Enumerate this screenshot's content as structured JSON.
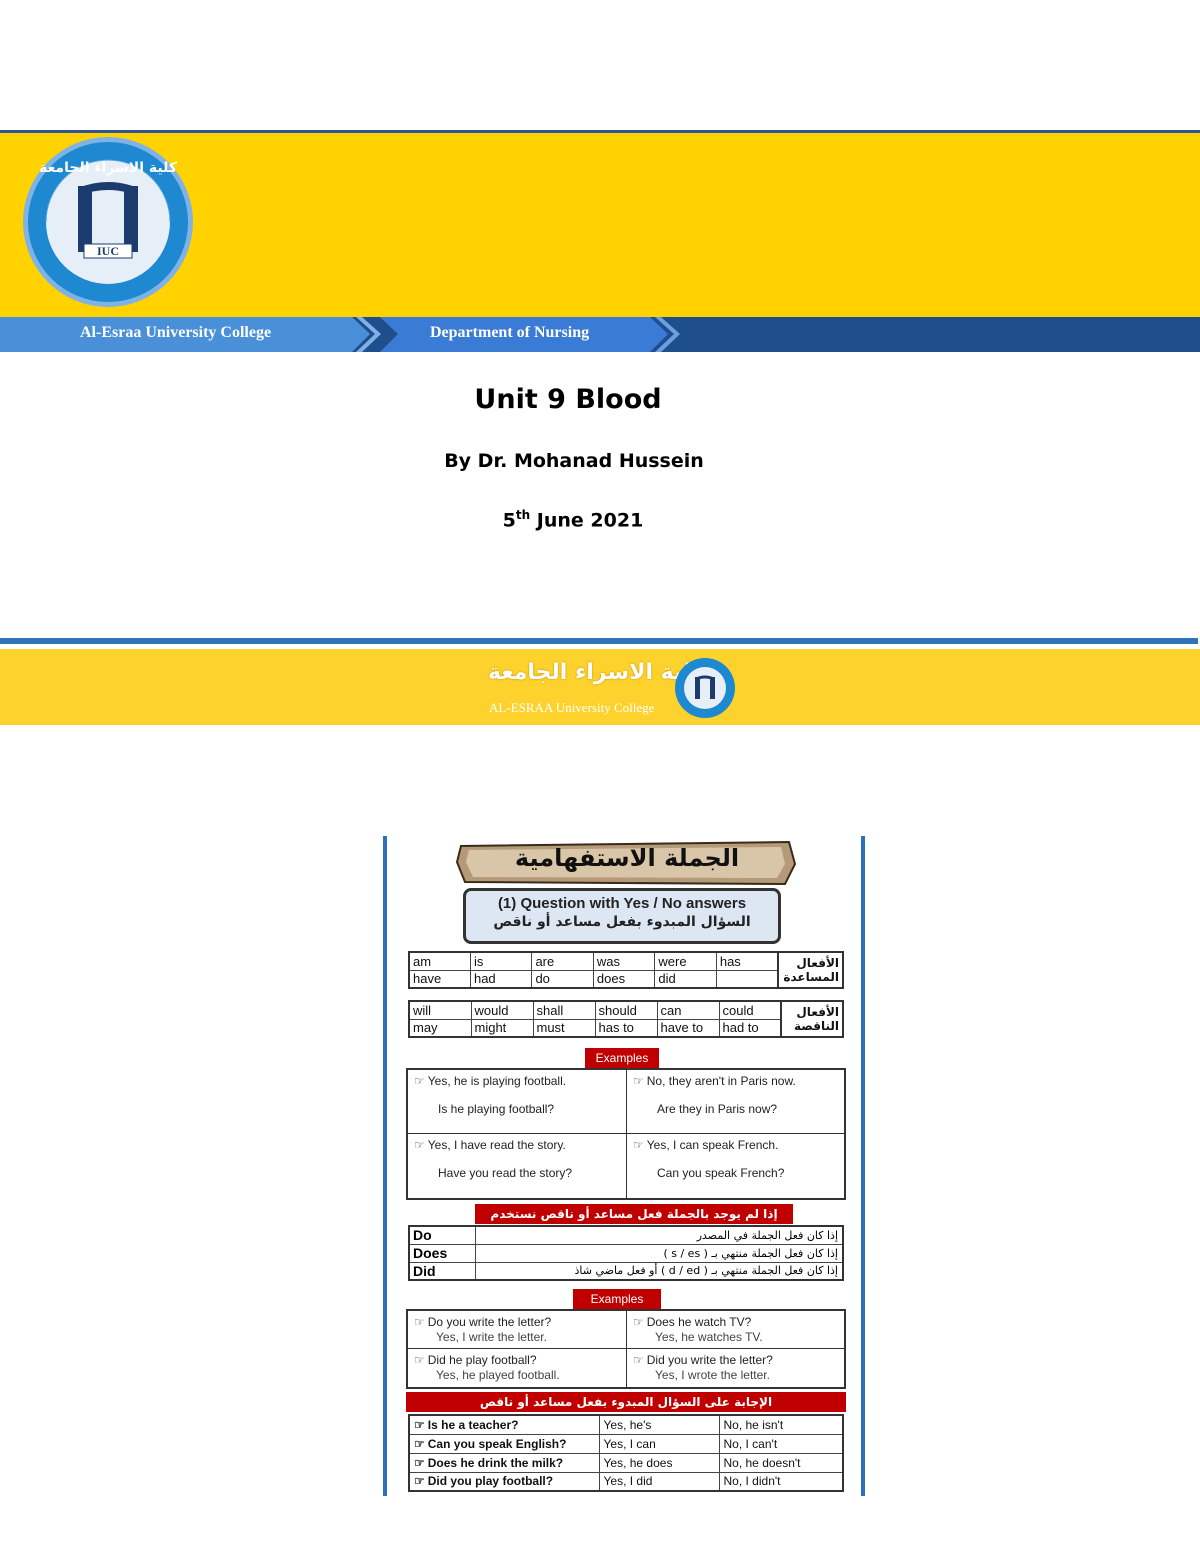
{
  "header": {
    "college_name": "Al-Esraa University College",
    "department": "Department of  Nursing",
    "logo_text": "IUC",
    "logo_ring_text": "كلية الاسراء الجامعة"
  },
  "title": {
    "unit": "Unit 9 Blood",
    "author": "By Dr. Mohanad Hussein",
    "date_day": "5",
    "date_suffix": "th",
    "date_rest": " June 2021"
  },
  "footer": {
    "arabic_name": "كلية الاسراء الجامعة",
    "english_name": "AL-ESRAA University College"
  },
  "worksheet": {
    "banner": "الجملة الاستفهامية",
    "question_en": "(1) Question with Yes / No answers",
    "question_ar": "السؤال المبدوء بفعل مساعد أو ناقص",
    "aux_label": "الأفعال المساعدة",
    "modal_label": "الأفعال الناقصة",
    "aux_rows": [
      [
        "am",
        "is",
        "are",
        "was",
        "were",
        "has"
      ],
      [
        "have",
        "had",
        "do",
        "does",
        "did",
        ""
      ]
    ],
    "modal_rows": [
      [
        "will",
        "would",
        "shall",
        "should",
        "can",
        "could"
      ],
      [
        "may",
        "might",
        "must",
        "has to",
        "have to",
        "had to"
      ]
    ],
    "examples_label": "Examples",
    "examples": [
      {
        "answer": "Yes, he is playing football.",
        "question": "Is he playing football?"
      },
      {
        "answer": "No, they aren't in Paris now.",
        "question": "Are they in Paris now?"
      },
      {
        "answer": "Yes, I have read the story.",
        "question": "Have you read the story?"
      },
      {
        "answer": "Yes, I can speak French.",
        "question": "Can you speak French?"
      }
    ],
    "no_aux_label": "إذا لم يوجد بالجملة فعل مساعد أو ناقص نستخدم",
    "do_rows": [
      {
        "word": "Do",
        "rule": "إذا كان فعل الجملة في المصدر"
      },
      {
        "word": "Does",
        "rule": "إذا كان فعل الجملة منتهي بـ ( s / es )"
      },
      {
        "word": "Did",
        "rule": "إذا كان فعل الجملة منتهي بـ ( d / ed ) أو فعل ماضي شاذ"
      }
    ],
    "examples2_label": "Examples",
    "examples2": [
      {
        "question": "Do you write the letter?",
        "answer": "Yes, I write the letter."
      },
      {
        "question": "Does he watch TV?",
        "answer": "Yes, he watches TV."
      },
      {
        "question": "Did he play football?",
        "answer": "Yes, he played football."
      },
      {
        "question": "Did you write the letter?",
        "answer": "Yes, I wrote the letter."
      }
    ],
    "answer_label": "الإجابة على السؤال المبدوء بفعل مساعد أو ناقص",
    "answer_rows": [
      {
        "question": "Is he a teacher?",
        "yes": "Yes, he's",
        "no": "No, he isn't"
      },
      {
        "question": "Can you speak English?",
        "yes": "Yes, I can",
        "no": "No, I can't"
      },
      {
        "question": "Does he drink the milk?",
        "yes": "Yes, he does",
        "no": "No, he doesn't"
      },
      {
        "question": "Did you play football?",
        "yes": "Yes, I did",
        "no": "No, I didn't"
      }
    ]
  },
  "colors": {
    "header_yellow": "#ffd200",
    "bar_light_blue": "#4a90d9",
    "bar_dark_blue": "#1f4e8c",
    "accent_red": "#c00000"
  }
}
